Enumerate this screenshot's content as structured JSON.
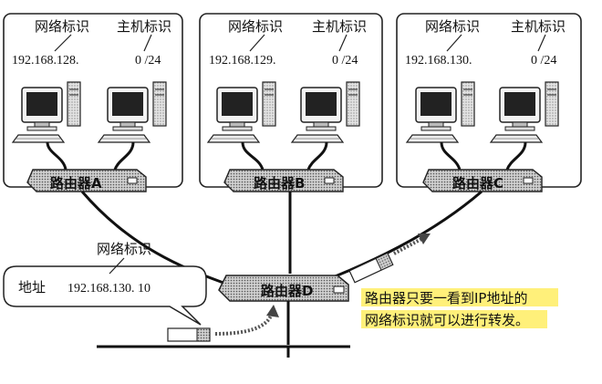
{
  "networks": [
    {
      "network_label": "网络标识",
      "host_label": "主机标识",
      "network_id": "192.168.128.",
      "host_id": "0 /24",
      "router": "路由器A"
    },
    {
      "network_label": "网络标识",
      "host_label": "主机标识",
      "network_id": "192.168.129.",
      "host_id": "0 /24",
      "router": "路由器B"
    },
    {
      "network_label": "网络标识",
      "host_label": "主机标识",
      "network_id": "192.168.130.",
      "host_id": "0 /24",
      "router": "路由器C"
    }
  ],
  "router_d": "路由器D",
  "packet_callout": {
    "network_label": "网络标识",
    "address_label": "地址",
    "address": "192.168.130. 10"
  },
  "note": {
    "line1": "路由器只要一看到IP地址的",
    "line2": "网络标识就可以进行转发。"
  },
  "colors": {
    "highlight": "#fff07a",
    "router_fill": "#d9d9d9",
    "screen": "#222222"
  }
}
